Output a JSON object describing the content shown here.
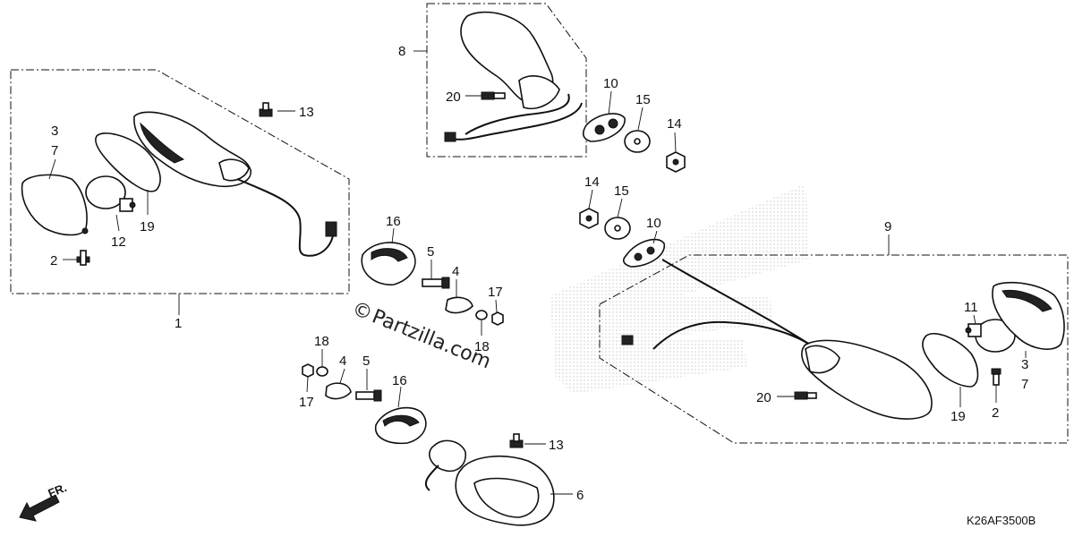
{
  "watermark": {
    "copyright_symbol": "©",
    "text": "Partzilla.com"
  },
  "diagram_code": "K26AF3500B",
  "direction_label": "FR.",
  "callouts": {
    "c1": "1",
    "c2a": "2",
    "c2b": "2",
    "c3a": "3",
    "c7a": "7",
    "c3b": "3",
    "c7b": "7",
    "c4a": "4",
    "c4b": "4",
    "c5a": "5",
    "c5b": "5",
    "c6": "6",
    "c8": "8",
    "c9": "9",
    "c10a": "10",
    "c10b": "10",
    "c11": "11",
    "c12": "12",
    "c13a": "13",
    "c13b": "13",
    "c14a": "14",
    "c14b": "14",
    "c15a": "15",
    "c15b": "15",
    "c16a": "16",
    "c16b": "16",
    "c17a": "17",
    "c17b": "17",
    "c18a": "18",
    "c18b": "18",
    "c19a": "19",
    "c19b": "19",
    "c20a": "20",
    "c20b": "20"
  },
  "colors": {
    "line": "#111111",
    "background": "#ffffff"
  }
}
